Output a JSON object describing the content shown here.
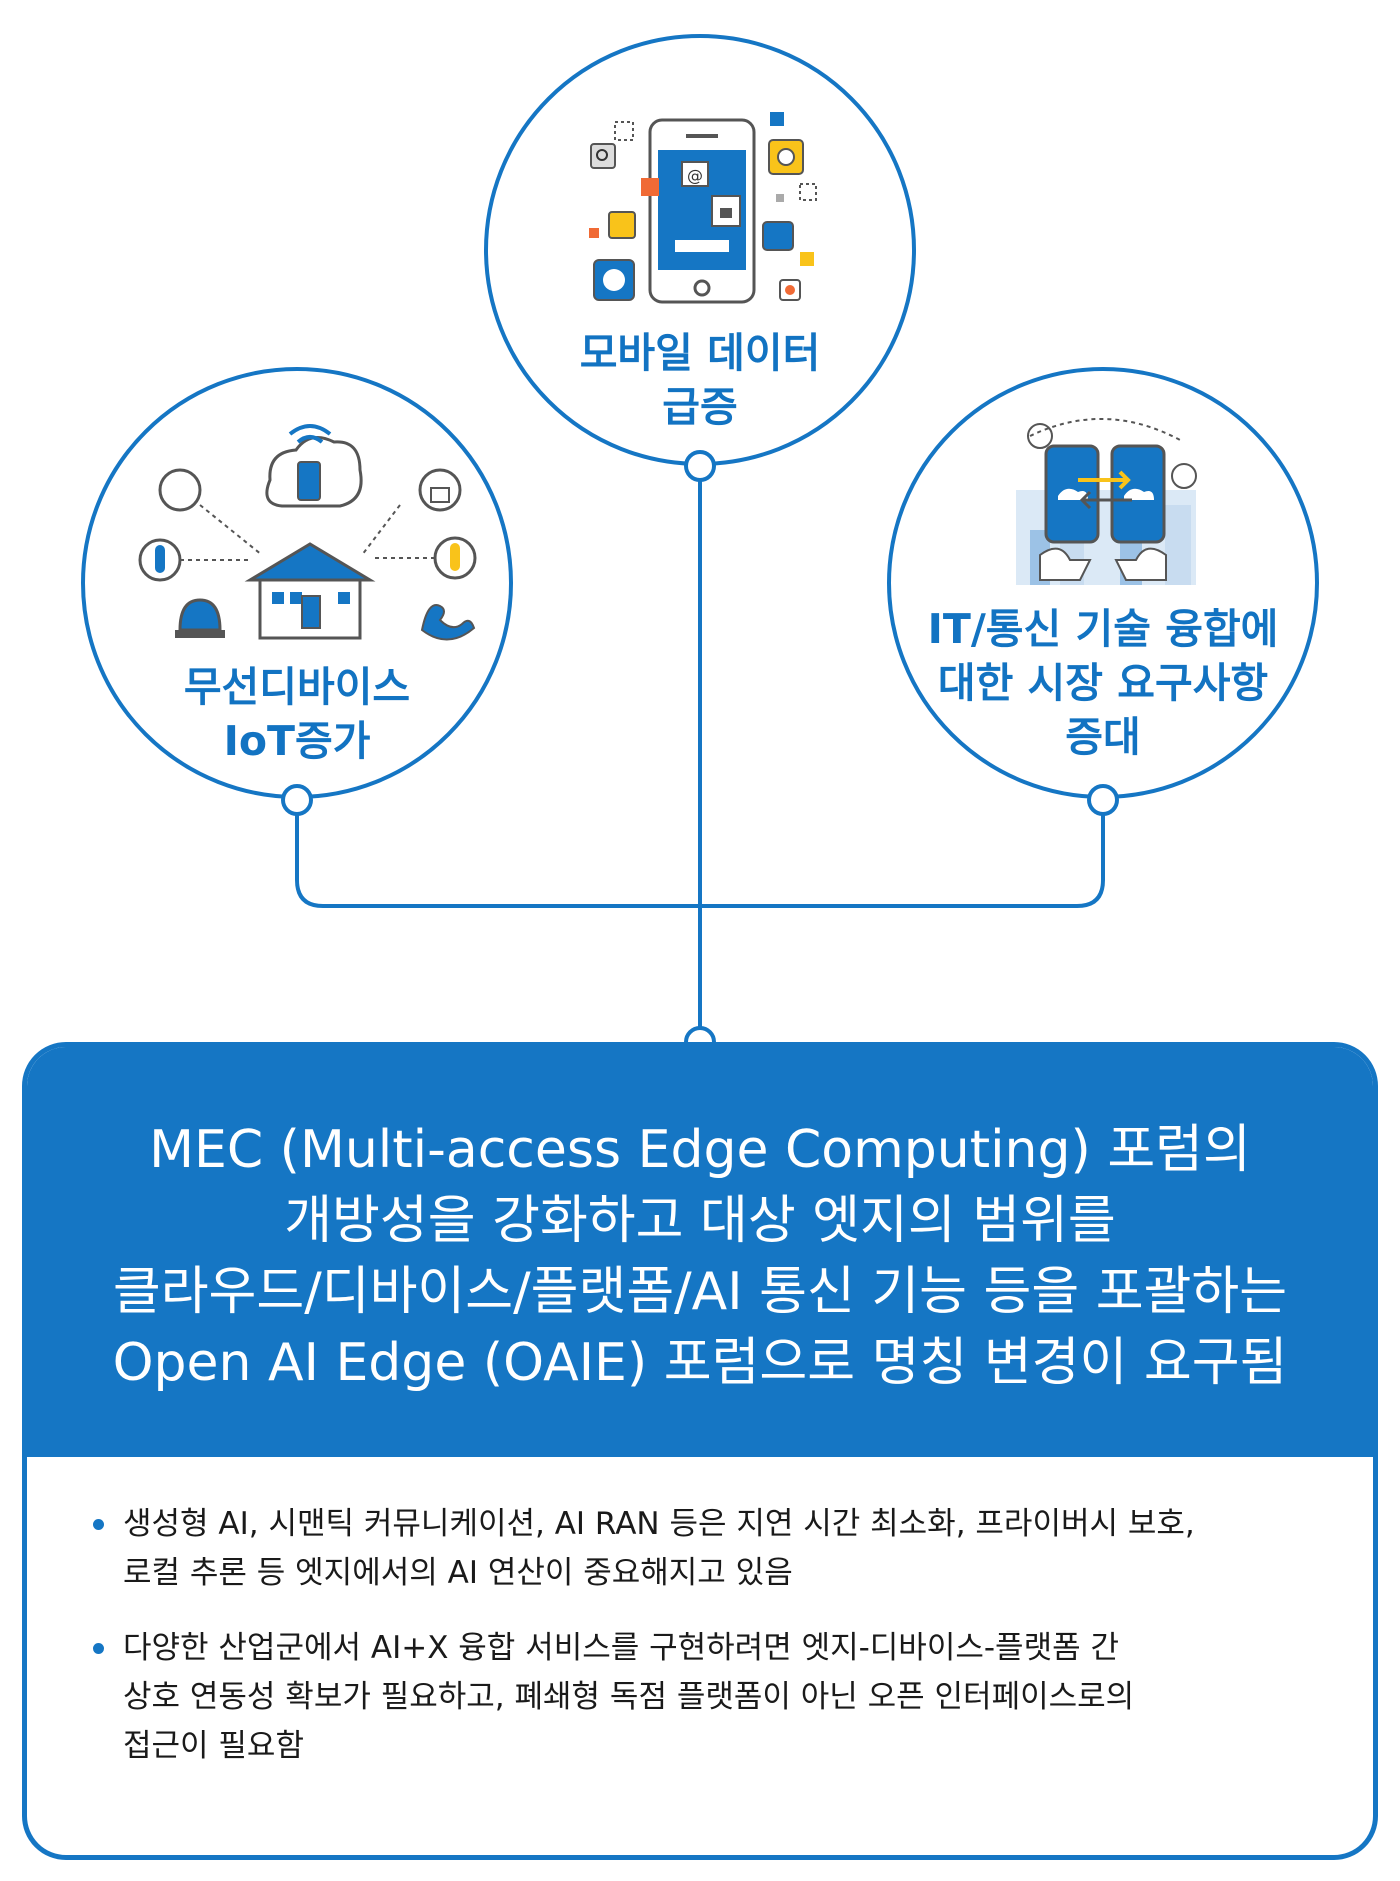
{
  "colors": {
    "accent": "#1576c4",
    "icon_orange": "#f06a35",
    "icon_yellow": "#f9c31a",
    "icon_gray": "#555555"
  },
  "circles": {
    "mobile": {
      "icon": "smartphone-apps-icon",
      "label_lines": [
        "모바일 데이터",
        "급증"
      ]
    },
    "iot": {
      "icon": "smart-home-iot-icon",
      "label_lines": [
        "무선디바이스",
        "IoT증가"
      ]
    },
    "convergence": {
      "icon": "phone-exchange-city-icon",
      "label_lines": [
        "IT/통신 기술 융합에",
        "대한 시장 요구사항",
        "증대"
      ]
    }
  },
  "main_box": {
    "title_lines": [
      "MEC (Multi-access Edge Computing) 포럼의",
      "개방성을 강화하고 대상 엣지의 범위를",
      "클라우드/디바이스/플랫폼/AI 통신 기능 등을 포괄하는",
      "Open AI Edge (OAIE) 포럼으로 명칭 변경이 요구됨"
    ],
    "bullets": [
      {
        "lines": [
          "생성형 AI, 시맨틱 커뮤니케이션, AI RAN 등은 지연 시간 최소화, 프라이버시 보호,",
          "로컬 추론 등 엣지에서의 AI 연산이 중요해지고 있음"
        ]
      },
      {
        "lines": [
          "다양한 산업군에서 AI+X 융합 서비스를 구현하려면 엣지-디바이스-플랫폼 간",
          "상호 연동성 확보가 필요하고, 폐쇄형 독점 플랫폼이 아닌 오픈 인터페이스로의",
          "접근이 필요함"
        ]
      }
    ]
  }
}
